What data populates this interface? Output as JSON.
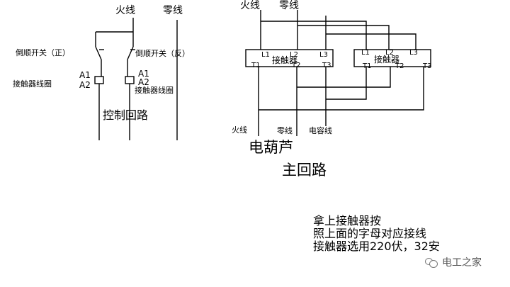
{
  "control": {
    "fire_line": "火线",
    "neutral_line": "零线",
    "switch_fwd": "倒顺开关（正）",
    "switch_rev": "倒顺开关（反）",
    "a1": "A1",
    "a2": "A2",
    "coil_left": "接触器线圈",
    "coil_right": "接触器线圈",
    "title": "控制回路"
  },
  "main": {
    "fire_line": "火线",
    "neutral_line": "零线",
    "contactor_left": {
      "label": "接触器",
      "l1": "L1",
      "l2": "L2",
      "l3": "L3",
      "t1": "T1",
      "t2": "T2",
      "t3": "T3"
    },
    "contactor_right": {
      "label": "接触器",
      "l1": "L1",
      "l2": "L2",
      "l3": "L3",
      "t1": "T1",
      "t2": "T2",
      "t3": "T3"
    },
    "out_fire": "火线",
    "out_neutral": "零线",
    "out_capacitor": "电容线",
    "device": "电葫芦",
    "title": "主回路"
  },
  "note": {
    "line1": "拿上接触器按",
    "line2": "照上面的字母对应接线",
    "line3": "接触器选用220伏，32安"
  },
  "brand": "电工之家",
  "brand_icon": "wechat-icon"
}
